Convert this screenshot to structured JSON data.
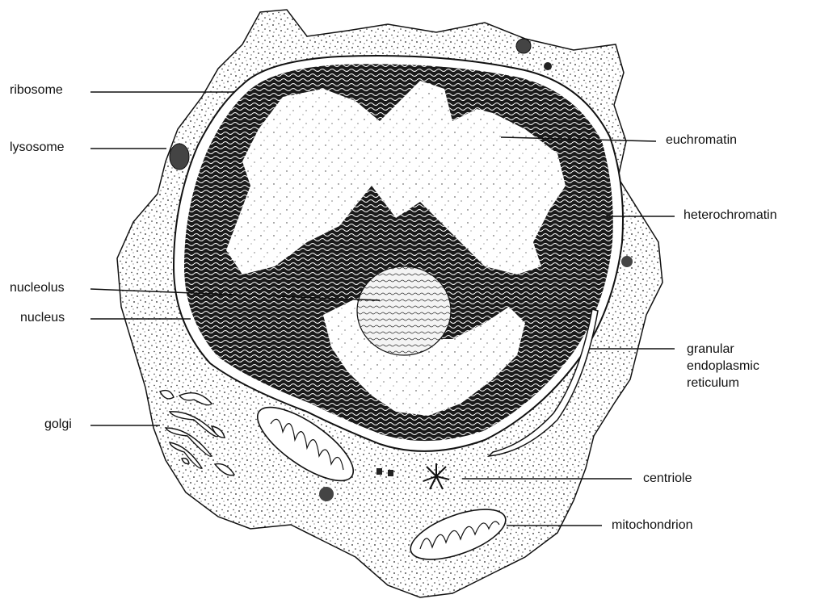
{
  "labels": {
    "ribosome": "ribosome",
    "lysosome": "lysosome",
    "nucleolus": "nucleolus",
    "nucleus": "nucleus",
    "golgi": "golgi",
    "euchromatin": "euchromatin",
    "heterochromatin": "heterochromatin",
    "granular_er": [
      "granular",
      "endoplasmic",
      "reticulum"
    ],
    "centriole": "centriole",
    "mitochondrion": "mitochondrion"
  },
  "colors": {
    "ink": "#111111",
    "cytoplasm": "#ffffff",
    "heterochromatin": "#1a1a1a",
    "paper": "#ffffff"
  }
}
